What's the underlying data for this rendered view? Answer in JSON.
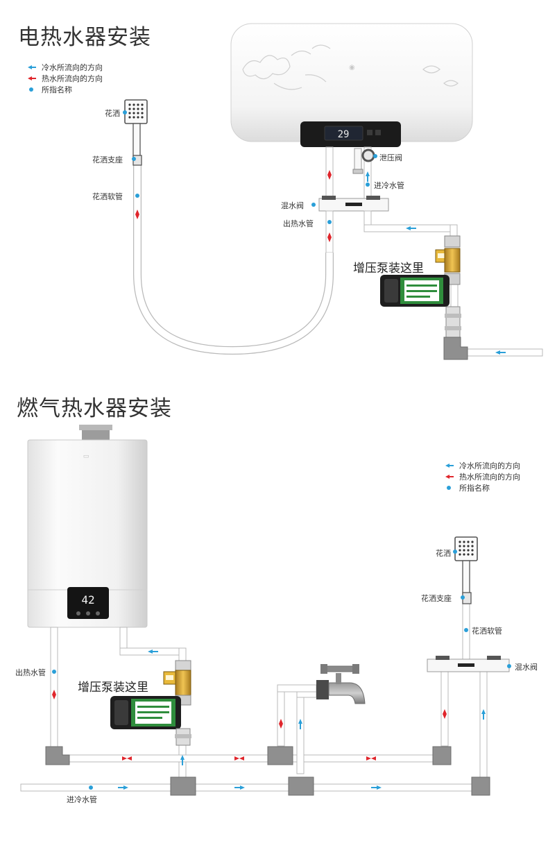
{
  "electric": {
    "title": "电热水器安装",
    "legend": [
      {
        "type": "cold",
        "label": "冷水所流向的方向"
      },
      {
        "type": "hot",
        "label": "热水所流向的方向"
      },
      {
        "type": "point",
        "label": "所指名称"
      }
    ],
    "labels": {
      "shower_head": "花洒",
      "shower_holder": "花洒支座",
      "shower_hose": "花洒软管",
      "relief_valve": "泄压阀",
      "cold_inlet": "进冷水管",
      "mixing_valve": "混水阀",
      "hot_outlet": "出热水管"
    },
    "pump_note": "增压泵装这里",
    "display_reading": "29"
  },
  "gas": {
    "title": "燃气热水器安装",
    "legend": [
      {
        "type": "cold",
        "label": "冷水所流向的方向"
      },
      {
        "type": "hot",
        "label": "热水所流向的方向"
      },
      {
        "type": "point",
        "label": "所指名称"
      }
    ],
    "labels": {
      "hot_outlet": "出热水管",
      "cold_inlet": "进冷水管",
      "shower_head": "花洒",
      "shower_holder": "花洒支座",
      "shower_hose": "花洒软管",
      "mixing_valve": "混水阀"
    },
    "pump_note": "增压泵装这里",
    "display_reading": "42"
  },
  "colors": {
    "cold_arrow": "#2a9fd8",
    "hot_arrow": "#e0262c",
    "point_dot": "#2a9fd8",
    "pipe_fill": "#ffffff",
    "pipe_stroke": "#b9b9b9",
    "elbow_gray": "#8f8f8f"
  }
}
